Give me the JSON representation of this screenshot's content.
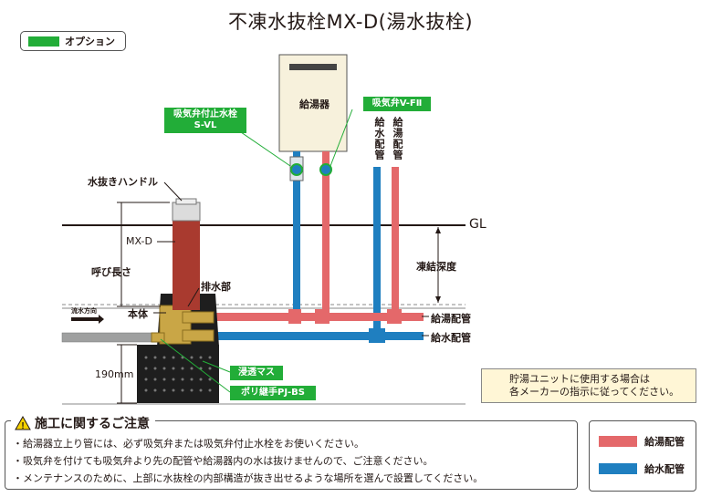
{
  "title": "不凍水抜栓MX-D(湯水抜栓)",
  "option_legend": {
    "label": "オプション",
    "color": "#22ad38"
  },
  "colors": {
    "hot_pipe": "#e4686a",
    "cold_pipe": "#1f7fc0",
    "body_red": "#a93a2f",
    "option_green": "#22ad38"
  },
  "labels": {
    "water_heater": "給湯器",
    "vacuum_valve_stop": "吸気弁付止水栓",
    "vacuum_valve_stop_code": "S-VL",
    "vacuum_valve": "吸気弁V-FⅡ",
    "cold_pipe_vertical": "給水配管",
    "hot_pipe_vertical": "給湯配管",
    "drain_handle": "水抜きハンドル",
    "model": "MX-D",
    "nominal_length": "呼び長さ",
    "drain_part": "排水部",
    "main_body": "本体",
    "flow_direction": "流水方向",
    "gl": "GL",
    "frost_depth": "凍結深度",
    "hot_pipe": "給湯配管",
    "cold_pipe": "給水配管",
    "dimension": "190mm",
    "seepage_box": "浸透マス",
    "poly_joint": "ポリ継手PJ-BS"
  },
  "note": {
    "line1": "貯湯ユニットに使用する場合は",
    "line2": "各メーカーの指示に従ってください。"
  },
  "caution": {
    "title": "施工に関するご注意",
    "items": [
      "・給湯器立上り管には、必ず吸気弁または吸気弁付止水栓をお使いください。",
      "・吸気弁を付けても吸気弁より先の配管や給湯器内の水は抜けませんので、ご注意ください。",
      "・メンテナンスのために、上部に水抜栓の内部構造が抜き出せるような場所を選んで設置してください。"
    ]
  },
  "pipe_legend": {
    "hot": "給湯配管",
    "cold": "給水配管"
  }
}
